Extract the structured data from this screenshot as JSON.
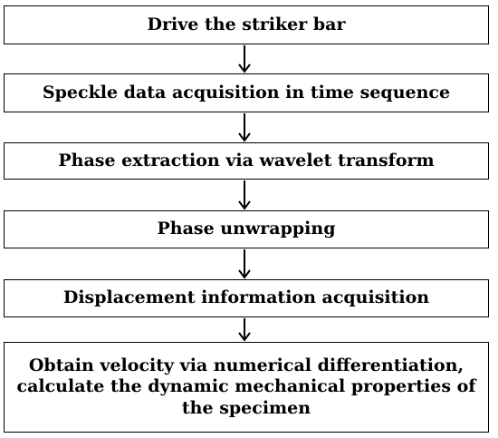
{
  "steps": [
    {
      "label": "Drive the striker bar"
    },
    {
      "label": "Speckle data acquisition in time sequence"
    },
    {
      "label": "Phase extraction via wavelet transform"
    },
    {
      "label": "Phase unwrapping"
    },
    {
      "label": "Displacement information acquisition"
    },
    {
      "label": "Obtain velocity via numerical differentiation, calculate the dynamic mechanical properties of the specimen"
    }
  ],
  "colors": {
    "border": "#000000",
    "text": "#000000",
    "background": "#ffffff"
  }
}
